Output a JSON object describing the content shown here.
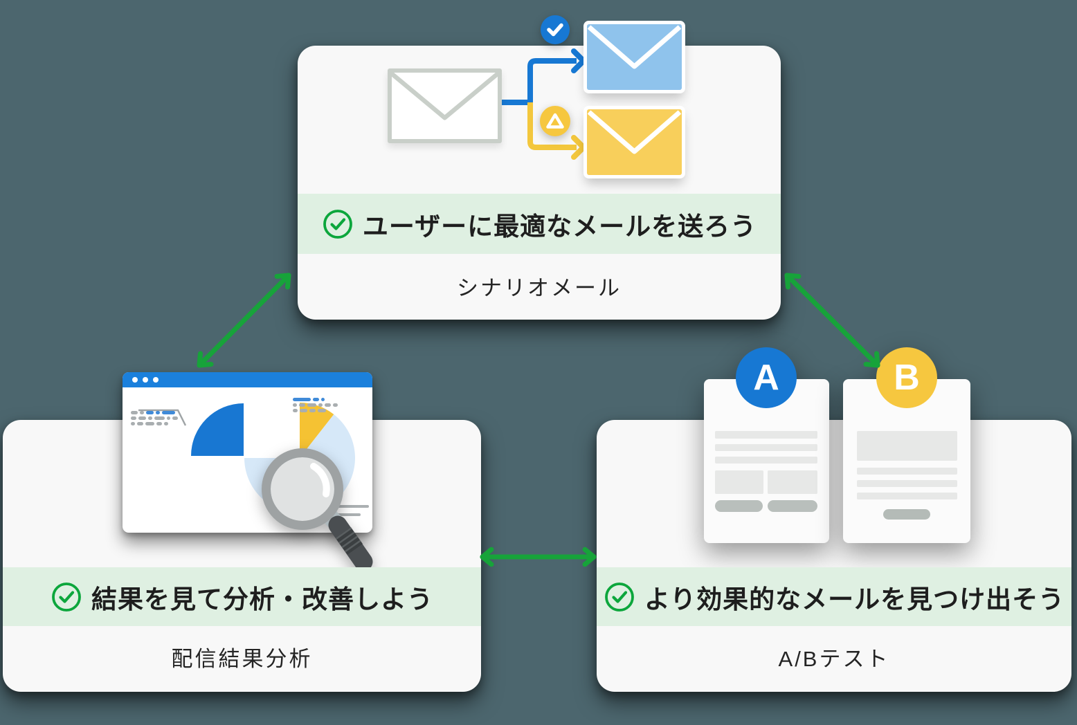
{
  "colors": {
    "background": "#4C666E",
    "card": "#F8F8F8",
    "banner_green": "#DFF0E2",
    "check_green": "#0CA63C",
    "arrow_green": "#17A33A",
    "blue": "#1778D3",
    "light_blue": "#8FC3EC",
    "yellow": "#F6C73F",
    "envelope_yellow": "#F8CF5B"
  },
  "cards": {
    "scenario": {
      "headline": "ユーザーに最適なメールを送ろう",
      "caption": "シナリオメール"
    },
    "analysis": {
      "headline": "結果を見て分析・改善しよう",
      "caption": "配信結果分析"
    },
    "abtest": {
      "headline": "より効果的なメールを見つけ出そう",
      "caption": "A/Bテスト"
    }
  },
  "abtest": {
    "variant_a": "A",
    "variant_b": "B"
  }
}
